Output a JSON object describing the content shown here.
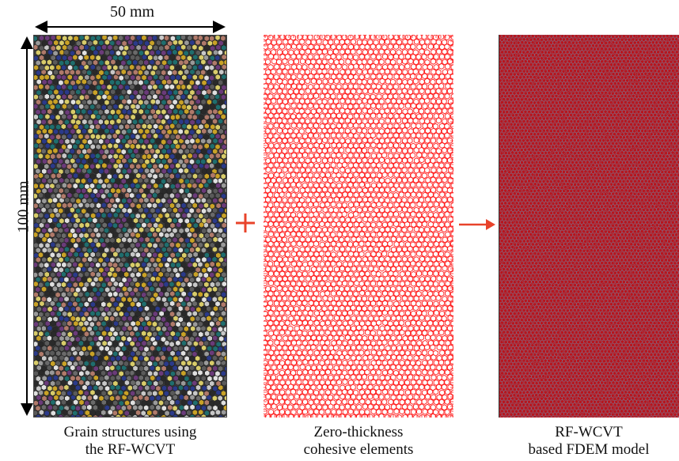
{
  "dimensions": {
    "width_label": "50 mm",
    "height_label": "100 mm"
  },
  "panels": [
    {
      "id": "grain",
      "caption_line1": "Grain structures using",
      "caption_line2": "the RF-WCVT"
    },
    {
      "id": "cohesive",
      "caption_line1": "Zero-thickness",
      "caption_line2": "cohesive elements"
    },
    {
      "id": "fdem",
      "caption_line1": "RF-WCVT",
      "caption_line2": "based FDEM model"
    }
  ],
  "operators": {
    "plus_symbol": "+",
    "arrow_symbol": "→"
  },
  "colors": {
    "accent": "#e8432a",
    "mesh_red": "#ff2020",
    "fdem_fill": "#b8141c",
    "fdem_mesh": "#6f8fb0",
    "grain_palette": [
      "#9a9a9a",
      "#c8c8c8",
      "#6a6a6a",
      "#2b3a8a",
      "#1f6e6e",
      "#c9a227",
      "#d8cc6a",
      "#6b3b7a",
      "#b07a6a",
      "#5a5a5a",
      "#e0e0e0",
      "#2a2a2a"
    ]
  }
}
